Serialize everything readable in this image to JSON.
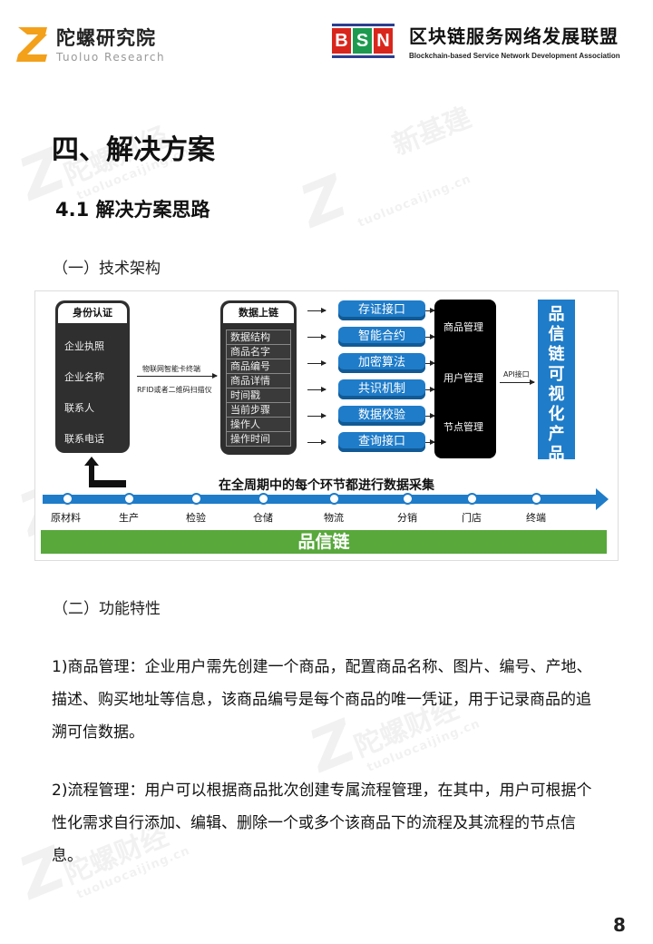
{
  "header": {
    "left_brand_cn": "陀螺研究院",
    "left_brand_en": "Tuoluo Research",
    "bsn_letters": [
      "B",
      "S",
      "N"
    ],
    "right_brand_cn": "区块链服务网络发展联盟",
    "right_brand_en": "Blockchain-based Service Network Development Association"
  },
  "watermark": {
    "z": "Z",
    "text": "陀螺财经",
    "text2": "新基建",
    "site": "tuoluocaijing.cn"
  },
  "section_title": "四、解决方案",
  "subsection_title": "4.1 解决方案思路",
  "sub1": "（一）技术架构",
  "diagram": {
    "identity_title": "身份认证",
    "identity_items": [
      "企业执照",
      "企业名称",
      "联系人",
      "联系电话"
    ],
    "scan_label_1": "物联网智能卡终端",
    "scan_label_2": "RFID或者二维码扫描仪",
    "data_title": "数据上链",
    "data_items": [
      "数据结构",
      "商品名字",
      "商品编号",
      "商品详情",
      "时间戳",
      "当前步骤",
      "操作人",
      "操作时间"
    ],
    "pills": [
      "存证接口",
      "智能合约",
      "加密算法",
      "共识机制",
      "数据校验",
      "查询接口"
    ],
    "mgmt_items": [
      "商品管理",
      "用户管理",
      "节点管理"
    ],
    "api_label": "API接口",
    "vertical_product": "品信链可视化产品",
    "timeline_caption": "在全周期中的每个环节都进行数据采集",
    "stages": [
      "原材料",
      "生产",
      "检验",
      "仓储",
      "物流",
      "分销",
      "门店",
      "终端"
    ],
    "bottom_bar": "品信链"
  },
  "sub2": "（二）功能特性",
  "para1": "1)商品管理：企业用户需先创建一个商品，配置商品名称、图片、编号、产地、描述、购买地址等信息，该商品编号是每个商品的唯一凭证，用于记录商品的追溯可信数据。",
  "para2": "2)流程管理：用户可以根据商品批次创建专属流程管理，在其中，用户可根据个性化需求自行添加、编辑、删除一个或多个该商品下的流程及其流程的节点信息。",
  "page_number": "8",
  "colors": {
    "accent_orange": "#f3a01b",
    "blue": "#1f7cc9",
    "green": "#58a83c",
    "bsn_red": "#d9261c",
    "bsn_green": "#1d9a4f"
  }
}
